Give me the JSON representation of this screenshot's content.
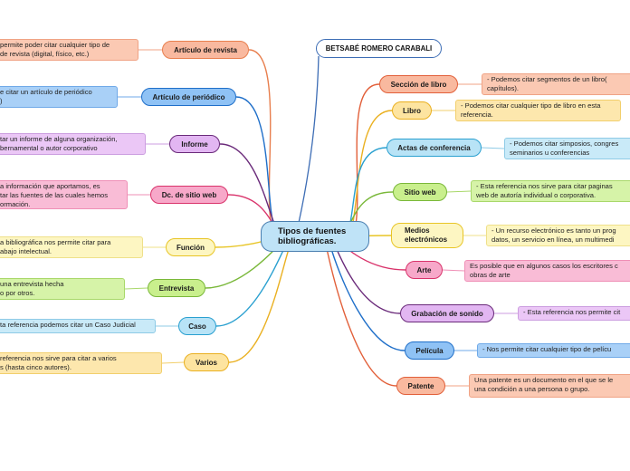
{
  "author": "BETSABÉ ROMERO CARABALI",
  "center": "Tipos de fuentes\nbibliográficas.",
  "left_topics": [
    {
      "label": "Artículo de revista",
      "desc": "permite poder citar cualquier tipo de\nde revista (digital, físico, etc.)",
      "color": "#e87f4e"
    },
    {
      "label": "Artículo de periódico",
      "desc": "e citar un artículo de periódico\n)",
      "color": "#1f6fc9"
    },
    {
      "label": "Informe",
      "desc": "tar un informe de alguna organización,\nbernamental o autor corporativo",
      "color": "#6a2a7a"
    },
    {
      "label": "Dc. de sitio web",
      "desc": "a información que aportamos, es\ntar las fuentes de las cuales hemos\normación.",
      "color": "#d9336b"
    },
    {
      "label": "Función",
      "desc": "a bibliográfica nos permite citar para\nabajo intelectual.",
      "color": "#e8c526"
    },
    {
      "label": "Entrevista",
      "desc": "una entrevista hecha\no por otros.",
      "color": "#7ab83a"
    },
    {
      "label": "Caso",
      "desc": "ta referencia podemos citar un Caso Judicial",
      "color": "#2aa0d0"
    },
    {
      "label": "Varios",
      "desc": "referencia nos sirve para citar a varios\ns (hasta cinco autores).",
      "color": "#eab020"
    }
  ],
  "right_topics": [
    {
      "label": "Sección de libro",
      "desc": "- Podemos citar segmentos de un libro(\ncapítulos).",
      "color": "#e2603a"
    },
    {
      "label": "Libro",
      "desc": "- Podemos citar cualquier tipo de libro en esta\nreferencia.",
      "color": "#eab020"
    },
    {
      "label": "Actas de conferencia",
      "desc": "- Podemos citar simposios, congres\nseminarios u conferencias",
      "color": "#2aa0d0"
    },
    {
      "label": "Sitio web",
      "desc": "- Esta referencia nos sirve para citar paginas\nweb de autoría individual o corporativa.",
      "color": "#7ab83a"
    },
    {
      "label": "Medios\nelectrónicos",
      "desc": "- Un recurso electrónico es tanto un prog\ndatos, un servicio en línea, un multimedi",
      "color": "#e8c526"
    },
    {
      "label": "Arte",
      "desc": "Es posible que en algunos casos los escritores c\nobras de arte",
      "color": "#d9336b"
    },
    {
      "label": "Grabación de sonido",
      "desc": "- Esta referencia nos permite cit",
      "color": "#6a2a7a"
    },
    {
      "label": "Película",
      "desc": "- Nos permite citar cualquier tipo de  pelícu",
      "color": "#1f6fc9"
    },
    {
      "label": "Patente",
      "desc": "Una patente es un documento en el que se le\nuna condición a una persona o grupo.",
      "color": "#e2603a"
    }
  ]
}
